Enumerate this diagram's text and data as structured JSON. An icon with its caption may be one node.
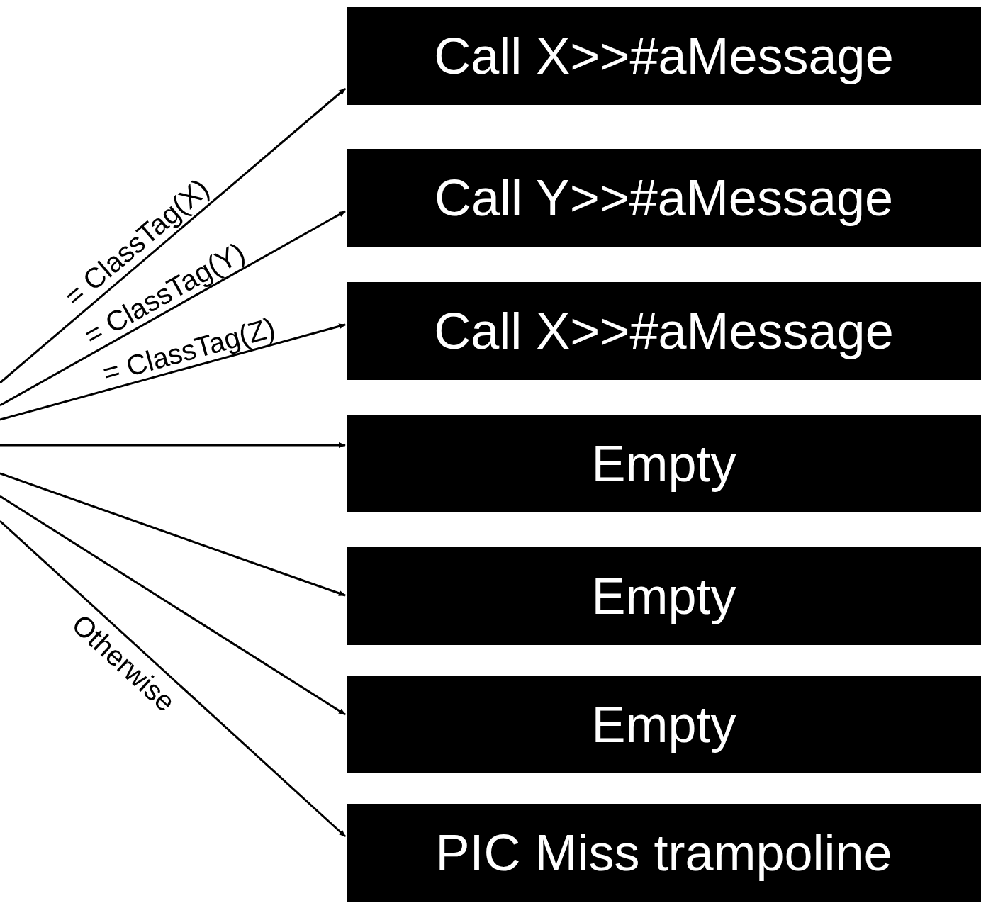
{
  "diagram": {
    "nodes": [
      {
        "text": [
          "Call X>>#aMessage"
        ]
      },
      {
        "text": [
          "Call Y>>#aMessage"
        ]
      },
      {
        "text": [
          "Call X>>#aMessage"
        ]
      },
      {
        "text": [
          "Empty"
        ]
      },
      {
        "text": [
          "Empty"
        ]
      },
      {
        "text": [
          "Empty"
        ]
      },
      {
        "text": [
          "PIC Miss trampoline"
        ]
      }
    ],
    "edges": [
      {
        "from": null,
        "to": 0,
        "arrow": "to",
        "label": "= ClassTag(X)"
      },
      {
        "from": null,
        "to": 1,
        "arrow": "to",
        "label": "= ClassTag(Y)"
      },
      {
        "from": null,
        "to": 2,
        "arrow": "to",
        "label": "= ClassTag(Z)"
      },
      {
        "from": null,
        "to": 3,
        "arrow": "to"
      },
      {
        "from": null,
        "to": 4,
        "arrow": "to"
      },
      {
        "from": null,
        "to": 5,
        "arrow": "to"
      },
      {
        "from": null,
        "to": 6,
        "arrow": "to",
        "label": "Otherwise"
      }
    ]
  }
}
